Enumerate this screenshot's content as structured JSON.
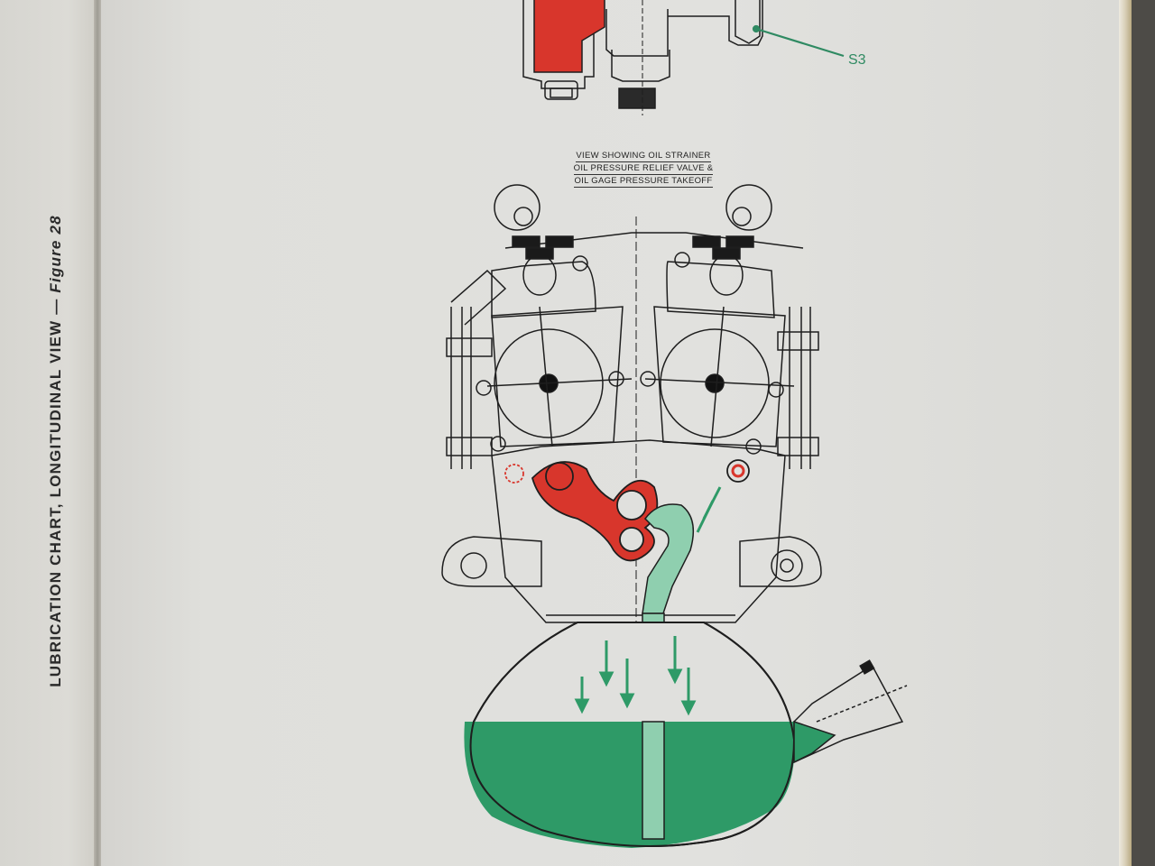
{
  "document": {
    "figure_caption": {
      "title": "LUBRICATION CHART, LONGITUDINAL VIEW —",
      "figure_label": "Figure 28"
    },
    "view_label": {
      "lines": [
        "VIEW SHOWING OIL STRAINER",
        "OIL PRESSURE RELIEF VALVE &",
        "OIL GAGE PRESSURE TAKEOFF"
      ]
    },
    "callouts": [
      {
        "id": "S3",
        "label": "S3"
      }
    ],
    "components": [
      {
        "name": "upper-valve-assembly",
        "note": "partial, red pressure oil"
      },
      {
        "name": "cylinder-left",
        "icon": "cylinder-icon"
      },
      {
        "name": "cylinder-right",
        "icon": "cylinder-icon"
      },
      {
        "name": "oil-pump",
        "note": "red pressure gears"
      },
      {
        "name": "oil-pickup-tube",
        "note": "green return/suction"
      },
      {
        "name": "oil-sump",
        "note": "green oil reservoir"
      },
      {
        "name": "oil-filler-neck"
      }
    ],
    "colors": {
      "pressure_oil": "#d8362c",
      "return_oil": "#2e9a67",
      "suction_oil": "#8fcfaf",
      "line": "#1e1e1e",
      "paper": "#e0e0dd"
    }
  }
}
